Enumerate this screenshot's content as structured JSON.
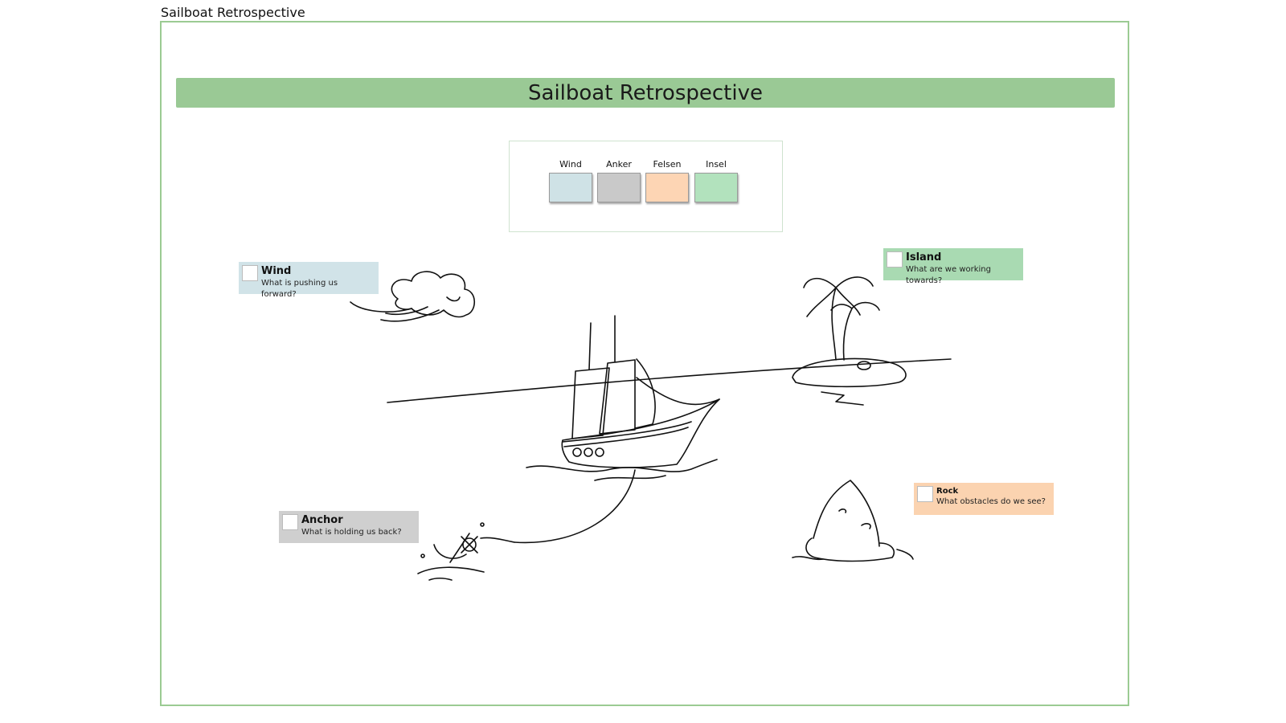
{
  "frame": {
    "label": "Sailboat Retrospective"
  },
  "banner": {
    "title": "Sailboat Retrospective"
  },
  "legend": {
    "items": [
      {
        "label": "Wind",
        "color": "#cfe2e6"
      },
      {
        "label": "Anker",
        "color": "#c9c9c9"
      },
      {
        "label": "Felsen",
        "color": "#fdd5b4"
      },
      {
        "label": "Insel",
        "color": "#b2e2bd"
      }
    ]
  },
  "notes": {
    "wind": {
      "title": "Wind",
      "desc": "What is pushing us forward?",
      "color": "#d1e3e8",
      "icon": "cloud-icon"
    },
    "island": {
      "title": "Island",
      "desc": "What are we working towards?",
      "color": "#a9dab2",
      "icon": "palm-tree-icon"
    },
    "anchor": {
      "title": "Anchor",
      "desc": "What is holding us back?",
      "color": "#cfcfcf",
      "icon": "anchor-icon"
    },
    "rock": {
      "title": "Rock",
      "desc": "What obstacles do we see?",
      "color": "#fbd3b0",
      "icon": "rock-icon"
    }
  },
  "colors": {
    "frame_border": "#9bcb93",
    "banner_bg": "#9ac995"
  }
}
